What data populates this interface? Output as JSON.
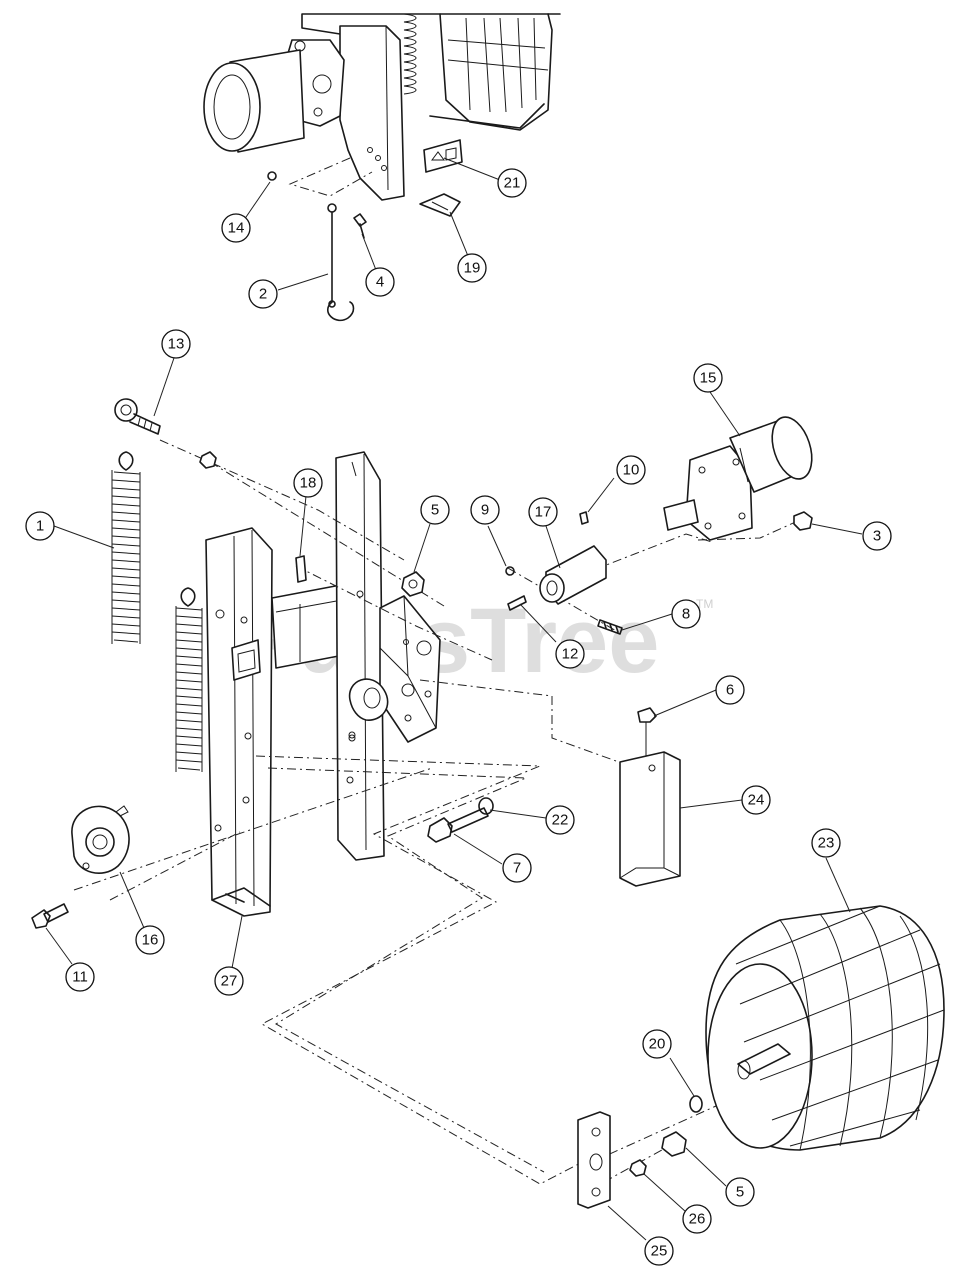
{
  "watermark": {
    "text": "PartsTree",
    "trademark": "TM"
  },
  "callouts": [
    {
      "id": "c21",
      "label": "21"
    },
    {
      "id": "c14",
      "label": "14"
    },
    {
      "id": "c19",
      "label": "19"
    },
    {
      "id": "c4",
      "label": "4"
    },
    {
      "id": "c2",
      "label": "2"
    },
    {
      "id": "c13",
      "label": "13"
    },
    {
      "id": "c15",
      "label": "15"
    },
    {
      "id": "c18",
      "label": "18"
    },
    {
      "id": "c5a",
      "label": "5"
    },
    {
      "id": "c9",
      "label": "9"
    },
    {
      "id": "c17",
      "label": "17"
    },
    {
      "id": "c10",
      "label": "10"
    },
    {
      "id": "c1",
      "label": "1"
    },
    {
      "id": "c3",
      "label": "3"
    },
    {
      "id": "c8",
      "label": "8"
    },
    {
      "id": "c12",
      "label": "12"
    },
    {
      "id": "c6",
      "label": "6"
    },
    {
      "id": "c24",
      "label": "24"
    },
    {
      "id": "c22",
      "label": "22"
    },
    {
      "id": "c23",
      "label": "23"
    },
    {
      "id": "c7",
      "label": "7"
    },
    {
      "id": "c16",
      "label": "16"
    },
    {
      "id": "c11",
      "label": "11"
    },
    {
      "id": "c27",
      "label": "27"
    },
    {
      "id": "c20",
      "label": "20"
    },
    {
      "id": "c5b",
      "label": "5"
    },
    {
      "id": "c26",
      "label": "26"
    },
    {
      "id": "c25",
      "label": "25"
    }
  ]
}
